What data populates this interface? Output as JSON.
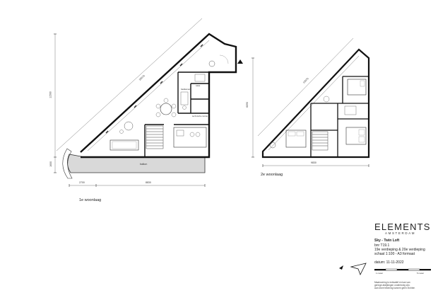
{
  "floor1": {
    "caption": "1e woonlaag",
    "dims": {
      "top_total": "10970",
      "left_total": "11500",
      "left_lower": "1600",
      "bottom_left": "2700",
      "bottom_right": "8830"
    },
    "rooms": {
      "balkon": "balkon",
      "bad": "badkamer",
      "toilet": "toilet",
      "techniek": "technische ruimte"
    }
  },
  "floor2": {
    "caption": "2e woonlaag",
    "dims": {
      "top_total": "10970",
      "left_total": "6090",
      "bottom": "9830"
    }
  },
  "brand": {
    "name": "ELEMENTS",
    "sub": "AMSTERDAM"
  },
  "info": {
    "project": "Sky - Twin Loft",
    "bnr": "bnr T19.1",
    "floors": "19e verdieping & 20e verdieping",
    "scale": "schaal 1:100 - A3 formaat",
    "date": "datum: 11-11-2022"
  },
  "scale_bar": {
    "start": "1 meter",
    "end": "5 meter"
  },
  "disclaimer": {
    "line1": "Maatvoering is indicatief en kan van",
    "line2": "geringe afwijkingen onderhevig zijn.",
    "line3": "Aan deze tekening kunnen geen rechten"
  },
  "colors": {
    "wall": "#111111",
    "balcony": "#d9d9d9",
    "line": "#555555"
  }
}
